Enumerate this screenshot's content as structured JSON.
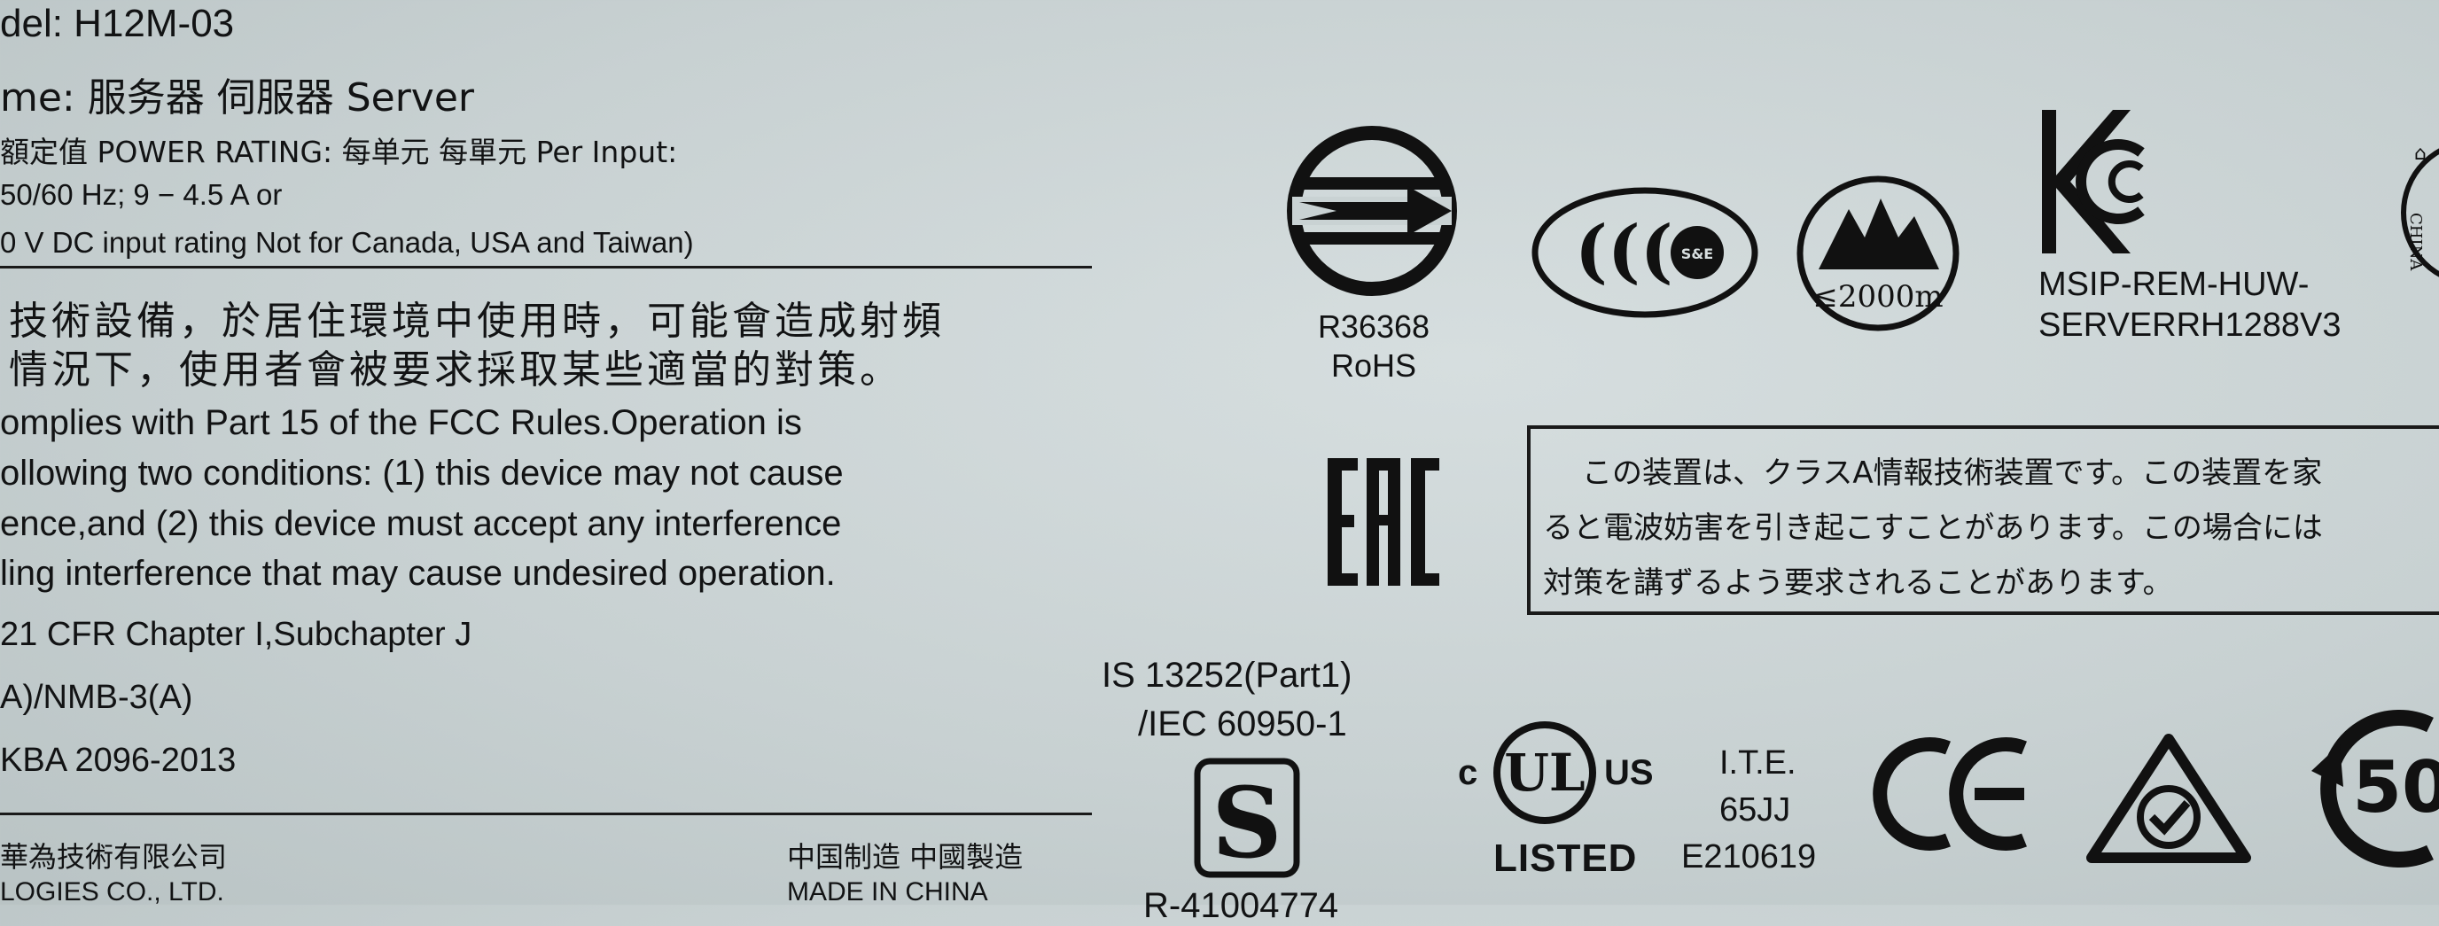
{
  "left": {
    "model": "del: H12M-03",
    "name": "me: 服务器 伺服器 Server",
    "rating": "額定值 POWER RATING: 每单元 每單元 Per Input:",
    "hz": "50/60 Hz; 9 − 4.5 A  or",
    "dc": "0 V DC input rating Not for Canada, USA and Taiwan)",
    "tw_line1": "技術設備，於居住環境中使用時，可能會造成射頻",
    "tw_line2": "情況下，使用者會被要求採取某些適當的對策。",
    "fcc_line1": "omplies with Part 15 of the FCC Rules.Operation is",
    "fcc_line2": "ollowing two conditions: (1) this device may not cause",
    "fcc_line3": "ence,and (2) this device must accept any interference",
    "fcc_line4": "ling interference that may cause undesired operation.",
    "cfr": "21 CFR Chapter I,Subchapter J",
    "nmb": "A)/NMB-3(A)",
    "kba": "KBA 2096-2013",
    "company_cn": "華為技術有限公司",
    "company_en": "LOGIES  CO., LTD.",
    "made_cn": "中国制造 中國製造",
    "made_en": "MADE IN CHINA"
  },
  "marks": {
    "bsmi_code": "R36368",
    "bsmi_rohs": "RoHS",
    "ccc_small": "S&E",
    "altitude": "≤2000m",
    "kc_line1": "MSIP-REM-HUW-",
    "kc_line2": "SERVERRH1288V3",
    "eac": "EAC",
    "vcci_line1": "この装置は、クラスA情報技術装置です。この装置を家",
    "vcci_line2": "ると電波妨害を引き起こすことがあります。この場合には",
    "vcci_line3": "対策を講ずるよう要求されることがあります。",
    "is_line1": "IS 13252(Part1)",
    "is_line2": "/IEC 60950-1",
    "bis_partial": "R-41004774",
    "ul_c": "c",
    "ul_us": "US",
    "ul_letters": "UL",
    "ul_listed": "LISTED",
    "ite_line1": "I.T.E.",
    "ite_line2": "65JJ",
    "ite_line3": "E210619",
    "ce": "CE",
    "efup": "50",
    "china_partial": "CHINA"
  }
}
